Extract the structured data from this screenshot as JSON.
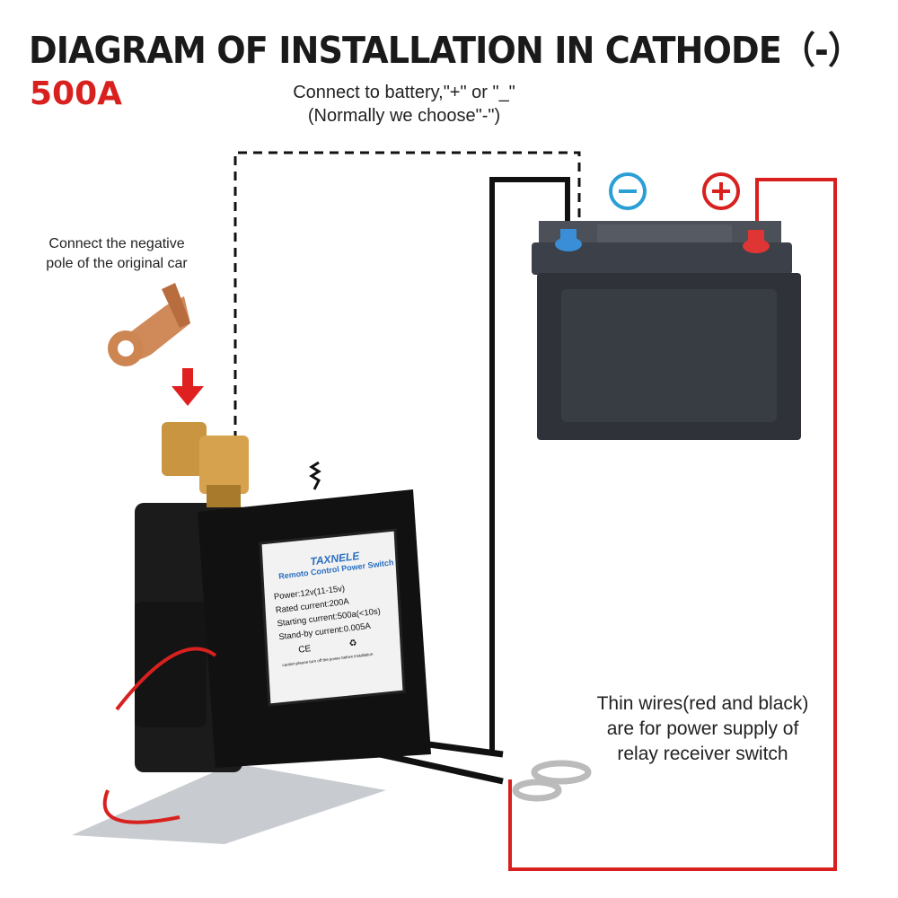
{
  "title": "DIAGRAM OF INSTALLATION IN CATHODE（-）",
  "subtitle": "500A",
  "notes": {
    "battery_connect": [
      "Connect to battery,\"+\" or \"_\"",
      "(Normally we choose\"-\")"
    ],
    "negative_pole": [
      "Connect the negative",
      "pole of the original car"
    ],
    "thin_wires": [
      "Thin wires(red and black)",
      "are for power supply of",
      "relay receiver switch"
    ]
  },
  "battery": {
    "negative_symbol": "−",
    "positive_symbol": "+",
    "negative_color": "#2a9fd6",
    "positive_color": "#d8211f"
  },
  "relay_label": {
    "brand": "TAXNELE",
    "product": "Remoto Control Power Switch",
    "specs": [
      "Power:12v(11-15v)",
      "Rated current:200A",
      "Starting current:500a(<10s)",
      "Stand-by current:0.005A"
    ],
    "marks": [
      "CE",
      "♻"
    ],
    "caution": "caution:please turn off the power before installation"
  },
  "colors": {
    "accent_red": "#d8211f",
    "wire_black": "#111111",
    "brand_blue": "#2a6fc1"
  }
}
